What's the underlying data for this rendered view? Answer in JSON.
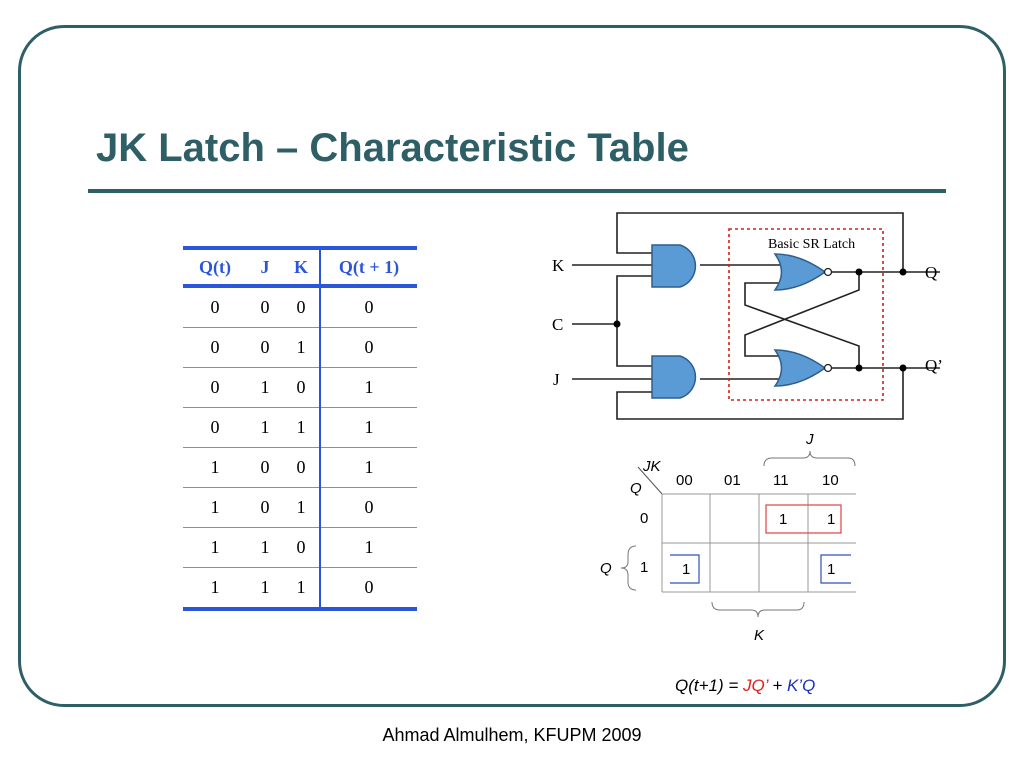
{
  "slide": {
    "title": "JK Latch – Characteristic Table",
    "footer": "Ahmad Almulhem, KFUPM 2009"
  },
  "truth_table": {
    "headers": [
      "Q(t)",
      "J",
      "K",
      "Q(t + 1)"
    ],
    "rows": [
      [
        "0",
        "0",
        "0",
        "0"
      ],
      [
        "0",
        "0",
        "1",
        "0"
      ],
      [
        "0",
        "1",
        "0",
        "1"
      ],
      [
        "0",
        "1",
        "1",
        "1"
      ],
      [
        "1",
        "0",
        "0",
        "1"
      ],
      [
        "1",
        "0",
        "1",
        "0"
      ],
      [
        "1",
        "1",
        "0",
        "1"
      ],
      [
        "1",
        "1",
        "1",
        "0"
      ]
    ]
  },
  "circuit": {
    "box_label": "Basic SR Latch",
    "inputs": [
      "K",
      "C",
      "J"
    ],
    "outputs": [
      "Q",
      "Q’"
    ]
  },
  "kmap": {
    "var_label": "JK",
    "row_var": "Q",
    "columns": [
      "00",
      "01",
      "11",
      "10"
    ],
    "rows": [
      "0",
      "1"
    ],
    "cells": [
      [
        "",
        "",
        "1",
        "1"
      ],
      [
        "1",
        "",
        "",
        "1"
      ]
    ],
    "group_brace_top": "J",
    "group_brace_left": "Q",
    "group_brace_bottom": "K",
    "equation": {
      "lhs": "Q(t+1) = ",
      "term1": "JQ’",
      "plus": " + ",
      "term2": "K’Q"
    },
    "colors": {
      "term1": "#e02020",
      "term2": "#1a2fc0",
      "red_group": "#e04040",
      "blue_group": "#3050c0"
    }
  }
}
